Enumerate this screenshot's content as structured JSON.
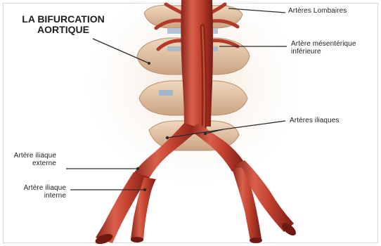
{
  "title": [
    "LA BIFURCATION",
    "AORTIQUE"
  ],
  "labels": {
    "lombaires": "Artères Lombaires",
    "mesenterique": [
      "Artère mésentérique",
      "inférieure"
    ],
    "iliaques": "Artères iliaques",
    "iliaque_externe": [
      "Artère iliaque",
      "externe"
    ],
    "iliaque_interne": [
      "Artère iliaque",
      "interne"
    ]
  },
  "colors": {
    "artery": "#b8392c",
    "artery_dark": "#7d1f16",
    "artery_light": "#dc6a52",
    "spine": "#e6c7a6",
    "spine_dark": "#c59f7c",
    "disc": "#9fb6cc"
  }
}
